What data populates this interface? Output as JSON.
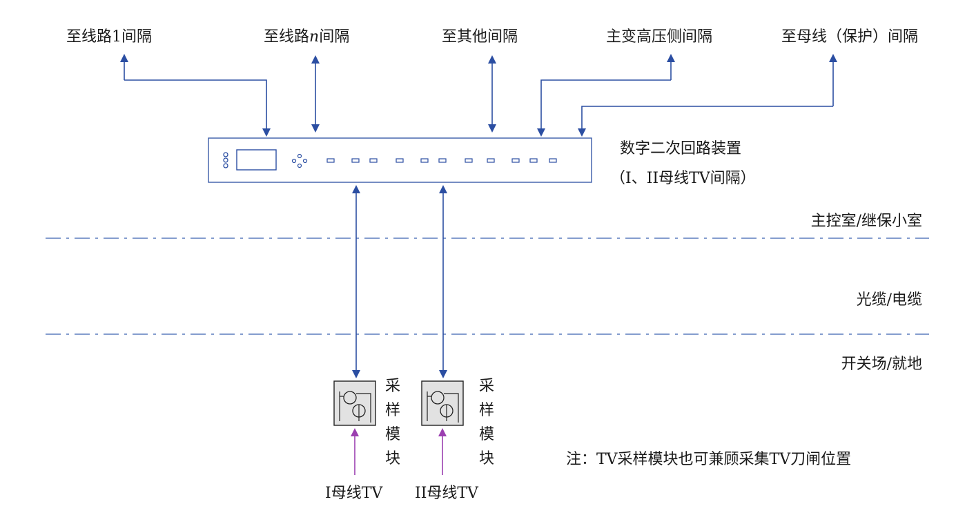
{
  "top_labels": {
    "line1": "至线路1间隔",
    "line_n_prefix": "至线路",
    "line_n_var": "n",
    "line_n_suffix": "间隔",
    "other": "至其他间隔",
    "main_transformer": "主变高压侧间隔",
    "busbar_protection": "至母线（保护）间隔"
  },
  "device": {
    "name": "数字二次回路装置",
    "subtitle": "（I、II母线TV间隔）"
  },
  "zones": {
    "control_room": "主控室/继保小室",
    "cable": "光缆/电缆",
    "switchyard": "开关场/就地"
  },
  "modules": [
    {
      "label": "采样模块",
      "source": "I母线TV"
    },
    {
      "label": "采样模块",
      "source": "II母线TV"
    }
  ],
  "note": "注：TV采样模块也可兼顾采集TV刀闸位置",
  "colors": {
    "arrow": "#2b4ea2",
    "source_arrow": "#9b3fb0",
    "device_border": "#3a5ba8",
    "dash_line": "#3a62b0",
    "module_fill": "#e2e2e2"
  }
}
